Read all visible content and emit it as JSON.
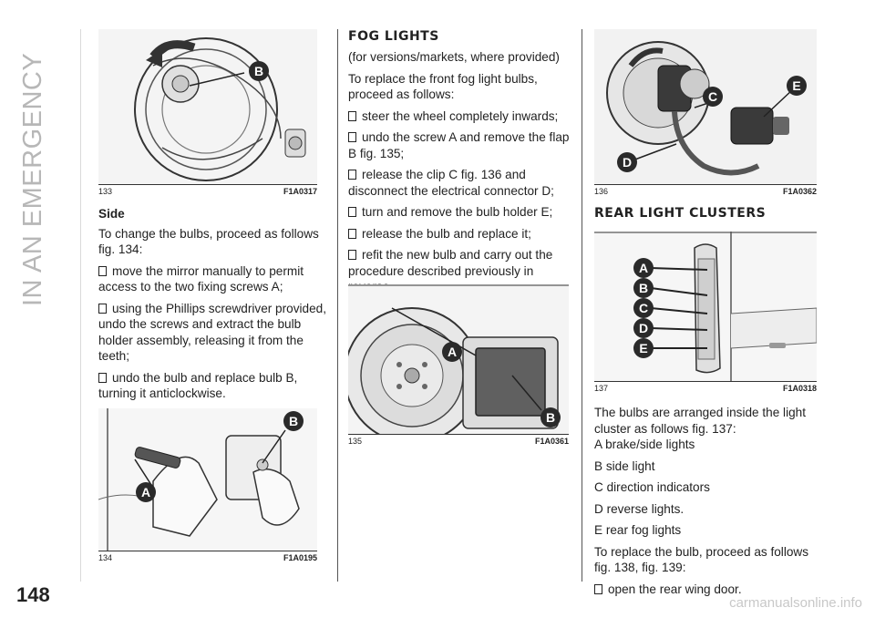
{
  "side_title": "IN AN EMERGENCY",
  "page_number": "148",
  "watermark": "carmanualsonline.info",
  "figures": {
    "f133": {
      "number": "133",
      "code": "F1A0317",
      "callouts": [
        "B"
      ]
    },
    "f134": {
      "number": "134",
      "code": "F1A0195",
      "callouts": [
        "B",
        "A"
      ]
    },
    "f135": {
      "number": "135",
      "code": "F1A0361",
      "callouts": [
        "A",
        "B"
      ]
    },
    "f136": {
      "number": "136",
      "code": "F1A0362",
      "callouts": [
        "E",
        "C",
        "D"
      ]
    },
    "f137": {
      "number": "137",
      "code": "F1A0318",
      "callouts": [
        "A",
        "B",
        "C",
        "D",
        "E"
      ]
    }
  },
  "left_column": {
    "heading": "Side",
    "intro": "To change the bulbs, proceed as follows fig. 134:",
    "steps": [
      "move the mirror manually to permit access to the two fixing screws A;",
      "using the Phillips screwdriver provided, undo the screws and extract the bulb holder assembly, releasing it from the teeth;",
      "undo the bulb and replace bulb B, turning it anticlockwise."
    ]
  },
  "middle_column": {
    "heading": "FOG LIGHTS",
    "subheading": "(for versions/markets, where provided)",
    "intro": "To replace the front fog light bulbs, proceed as follows:",
    "steps": [
      "steer the wheel completely inwards;",
      "undo the screw A and remove the flap B fig. 135;",
      "release the clip C fig. 136 and disconnect the electrical connector D;",
      "turn and remove the bulb holder E;",
      "release the bulb and replace it;",
      "refit the new bulb and carry out the procedure described previously in reverse."
    ]
  },
  "right_column": {
    "heading": "REAR LIGHT CLUSTERS",
    "intro": "The bulbs are arranged inside the light cluster as follows fig. 137:",
    "list": [
      "A brake/side lights",
      "B side light",
      "C direction indicators",
      "D reverse lights.",
      "E rear fog lights"
    ],
    "outro": "To replace the bulb, proceed as follows fig. 138, fig. 139:",
    "steps": [
      "open the rear wing door."
    ]
  }
}
